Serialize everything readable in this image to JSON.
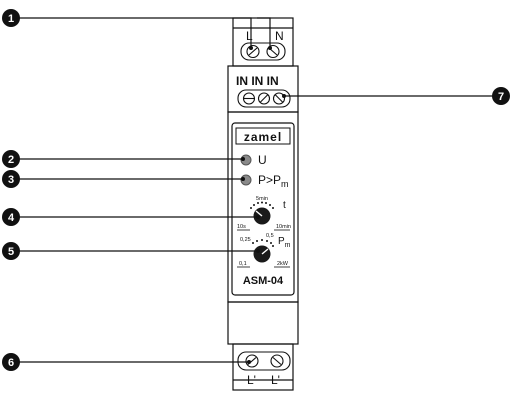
{
  "device": {
    "model": "ASM-04",
    "brand": "zamel",
    "top_terminals": [
      "L",
      "N"
    ],
    "input_terminals_label": "IN IN IN",
    "bottom_terminals": [
      "L'",
      "L'"
    ]
  },
  "indicators": {
    "u_label": "U",
    "p_label_main": "P>P",
    "p_label_sub": "m"
  },
  "time_knob": {
    "label": "t",
    "top_label": "5min",
    "min_label": "10s",
    "max_label": "10min"
  },
  "power_knob": {
    "label_main": "P",
    "label_sub": "m",
    "top_left_label": "0,25",
    "top_right_label": "0,5",
    "min_label": "0,1",
    "max_label": "2kW"
  },
  "callouts": [
    "1",
    "2",
    "3",
    "4",
    "5",
    "6",
    "7"
  ],
  "colors": {
    "outline": "#111111",
    "led": "#8a8a8a",
    "knob": "#1a1a1a",
    "callout_bg": "#111111",
    "callout_text": "#ffffff"
  }
}
